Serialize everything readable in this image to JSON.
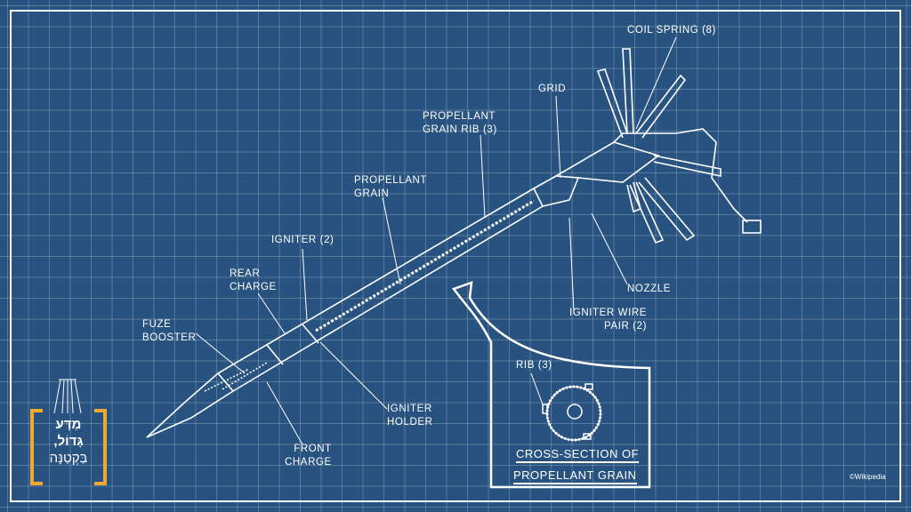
{
  "labels": {
    "coil_spring": "COIL SPRING (8)",
    "grid": "GRID",
    "propellant_grain_rib": "PROPELLANT\nGRAIN RIB (3)",
    "propellant_grain": "PROPELLANT\nGRAIN",
    "igniter": "IGNITER (2)",
    "rear_charge": "REAR\nCHARGE",
    "fuze_booster": "FUZE\nBOOSTER",
    "nozzle": "NOZZLE",
    "igniter_wire_pair": "IGNITER WIRE\nPAIR (2)",
    "igniter_holder": "IGNITER\nHOLDER",
    "front_charge": "FRONT\nCHARGE",
    "rib": "RIB (3)"
  },
  "inset": {
    "caption_line1": "CROSS-SECTION OF",
    "caption_line2": "PROPELLANT GRAIN"
  },
  "logo": {
    "line1": "מַדָּע",
    "line2": "גָּדוֹל,",
    "line3": "בַּקְטַנָּה"
  },
  "credit": "©Wikipedia",
  "colors": {
    "background": "#285380",
    "logo_bracket": "#f0a830",
    "ink": "#ffffff"
  }
}
